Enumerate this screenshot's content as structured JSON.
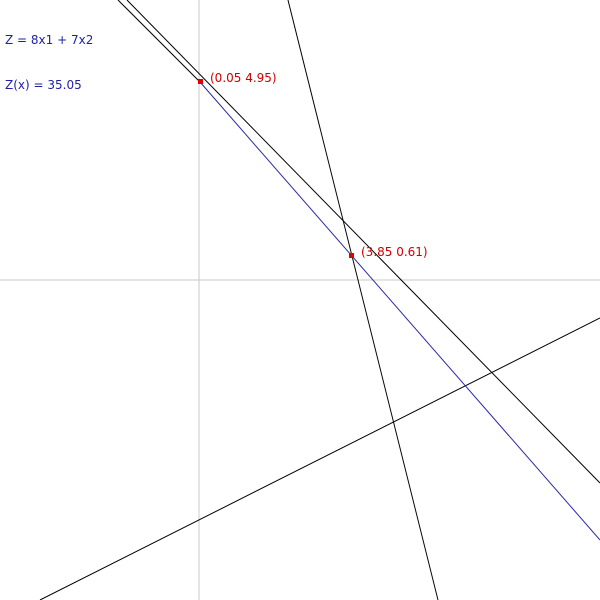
{
  "objective": {
    "formula": "Z = 8x1 + 7x2",
    "value_text": "Z(x) = 35.05",
    "color": "#1f1fa8"
  },
  "points": [
    {
      "label": "(0.05 4.95)",
      "x": 0.05,
      "y": 4.95
    },
    {
      "label": "(3.85 0.61)",
      "x": 3.85,
      "y": 0.61
    }
  ],
  "colors": {
    "axis": "#c8c8c8",
    "constraint": "#000000",
    "objective_line": "#2a2aa8",
    "point": "#e00000",
    "label": "#d00000"
  }
}
